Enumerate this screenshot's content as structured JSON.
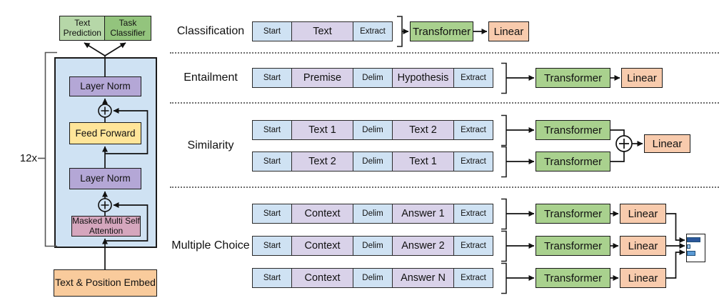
{
  "figure": {
    "left": {
      "repeat_label": "12x",
      "outputs": [
        {
          "id": "text-prediction",
          "label": "Text Prediction"
        },
        {
          "id": "task-classifier",
          "label": "Task Classifier"
        }
      ],
      "layers": {
        "layer_norm_top": "Layer Norm",
        "feed_forward": "Feed Forward",
        "layer_norm_bottom": "Layer Norm",
        "masked_attention": "Masked Multi Self Attention",
        "embed": "Text & Position Embed"
      }
    },
    "shared": {
      "transformer": "Transformer",
      "linear": "Linear",
      "plus": "+"
    },
    "tasks": [
      {
        "label": "Classification",
        "rows": [
          [
            {
              "t": "Start",
              "k": "ctl"
            },
            {
              "t": "Text",
              "k": "txt"
            },
            {
              "t": "Extract",
              "k": "ctl"
            }
          ]
        ]
      },
      {
        "label": "Entailment",
        "rows": [
          [
            {
              "t": "Start",
              "k": "ctl"
            },
            {
              "t": "Premise",
              "k": "txt"
            },
            {
              "t": "Delim",
              "k": "ctl"
            },
            {
              "t": "Hypothesis",
              "k": "txt"
            },
            {
              "t": "Extract",
              "k": "ctl"
            }
          ]
        ]
      },
      {
        "label": "Similarity",
        "rows": [
          [
            {
              "t": "Start",
              "k": "ctl"
            },
            {
              "t": "Text 1",
              "k": "txt"
            },
            {
              "t": "Delim",
              "k": "ctl"
            },
            {
              "t": "Text 2",
              "k": "txt"
            },
            {
              "t": "Extract",
              "k": "ctl"
            }
          ],
          [
            {
              "t": "Start",
              "k": "ctl"
            },
            {
              "t": "Text 2",
              "k": "txt"
            },
            {
              "t": "Delim",
              "k": "ctl"
            },
            {
              "t": "Text 1",
              "k": "txt"
            },
            {
              "t": "Extract",
              "k": "ctl"
            }
          ]
        ]
      },
      {
        "label": "Multiple Choice",
        "rows": [
          [
            {
              "t": "Start",
              "k": "ctl"
            },
            {
              "t": "Context",
              "k": "txt"
            },
            {
              "t": "Delim",
              "k": "ctl"
            },
            {
              "t": "Answer 1",
              "k": "txt"
            },
            {
              "t": "Extract",
              "k": "ctl"
            }
          ],
          [
            {
              "t": "Start",
              "k": "ctl"
            },
            {
              "t": "Context",
              "k": "txt"
            },
            {
              "t": "Delim",
              "k": "ctl"
            },
            {
              "t": "Answer 2",
              "k": "txt"
            },
            {
              "t": "Extract",
              "k": "ctl"
            }
          ],
          [
            {
              "t": "Start",
              "k": "ctl"
            },
            {
              "t": "Context",
              "k": "txt"
            },
            {
              "t": "Delim",
              "k": "ctl"
            },
            {
              "t": "Answer N",
              "k": "txt"
            },
            {
              "t": "Extract",
              "k": "ctl"
            }
          ]
        ]
      }
    ],
    "answer_bars": [
      0.76,
      0.2,
      0.46
    ],
    "colors": {
      "token_control": "#cfe2f3",
      "token_text": "#d9d2e9",
      "transformer_green": "#a9d18e",
      "linear_orange": "#f8cbad",
      "output_light_green": "#b6d7a8",
      "output_dark_green": "#93c47d",
      "block_blue": "#cfe2f3",
      "layer_norm_purple": "#b4a7d6",
      "feed_forward_yellow": "#ffe599",
      "attention_pink": "#d5a6bd",
      "embed_orange": "#f9cb9c",
      "bar_colors": [
        "#2b579a",
        "#9dc3e6",
        "#5b9bd5"
      ]
    }
  }
}
